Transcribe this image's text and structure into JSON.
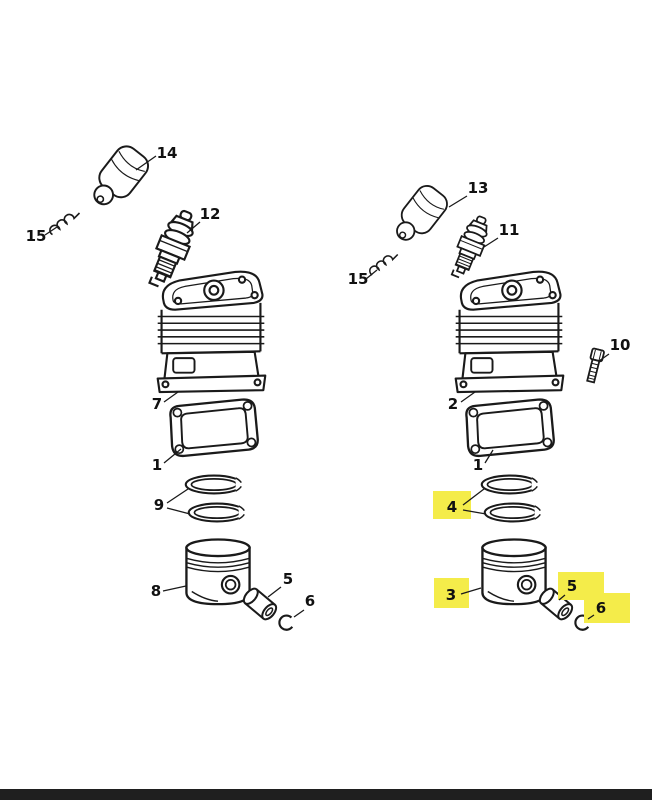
{
  "colors": {
    "background": "#ffffff",
    "line": "#1a1a1a",
    "highlight": "#f4ec4a",
    "bottom_bar": "#1f1f1f"
  },
  "diagram_type": "exploded-parts-view-cylinder-piston-assembly",
  "left_assembly": {
    "callouts": {
      "boot": "14",
      "spring": "15",
      "spark_plug": "12",
      "cylinder": "7",
      "gasket": "1",
      "rings": "9",
      "piston": "8",
      "wrist_pin": "5",
      "snap_ring": "6"
    }
  },
  "right_assembly": {
    "callouts": {
      "boot": "13",
      "spring": "15",
      "spark_plug": "11",
      "screw": "10",
      "cylinder": "2",
      "gasket": "1",
      "rings": "4",
      "piston": "3",
      "wrist_pin": "5",
      "snap_ring": "6"
    },
    "highlighted_callouts": [
      "4",
      "3",
      "5",
      "6"
    ]
  }
}
